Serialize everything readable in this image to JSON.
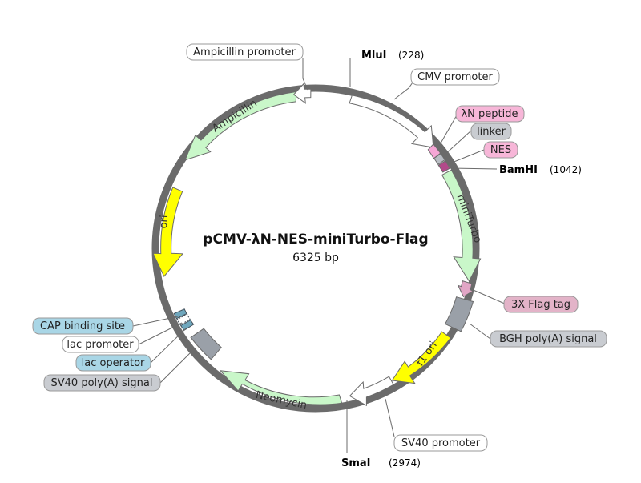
{
  "map": {
    "title": "pCMV-λN-NES-miniTurbo-Flag",
    "length_label": "6325 bp"
  },
  "colors": {
    "backbone": "#6b6b6b",
    "promoter": "#ffffff",
    "resistance": "#c9f7c9",
    "ori": "#ffff00",
    "peptide": "#f6a6d6",
    "linker": "#b9bdc4",
    "nes": "#b24a8a",
    "tag": "#e2a6c6",
    "polyA": "#9aa0a8",
    "lac": "#6fa7bd",
    "label_pink": "#f7b6d8",
    "label_gray": "#c9ccd1",
    "label_blue": "#a9d6e6",
    "label_white": "#ffffff",
    "label_mauve": "#e3b3c8"
  },
  "features": {
    "cmv_promoter": "CMV promoter",
    "lambda_n": "λN peptide",
    "linker": "linker",
    "nes": "NES",
    "miniturbo": "miniTurbo",
    "flag_tag": "3X Flag tag",
    "bgh_polya": "BGH poly(A) signal",
    "f1_ori": "f1 ori",
    "sv40_promoter": "SV40 promoter",
    "neomycin": "Neomycin",
    "sv40_polya": "SV40 poly(A) signal",
    "lac_operator": "lac operator",
    "lac_promoter": "lac promoter",
    "cap_site": "CAP binding site",
    "ori": "ori",
    "ampicillin": "Ampicillin",
    "amp_promoter": "Ampicillin promoter"
  },
  "sites": {
    "mlui": {
      "name": "MluI",
      "pos": "(228)"
    },
    "bamhi": {
      "name": "BamHI",
      "pos": "(1042)"
    },
    "smai": {
      "name": "SmaI",
      "pos": "(2974)"
    }
  }
}
